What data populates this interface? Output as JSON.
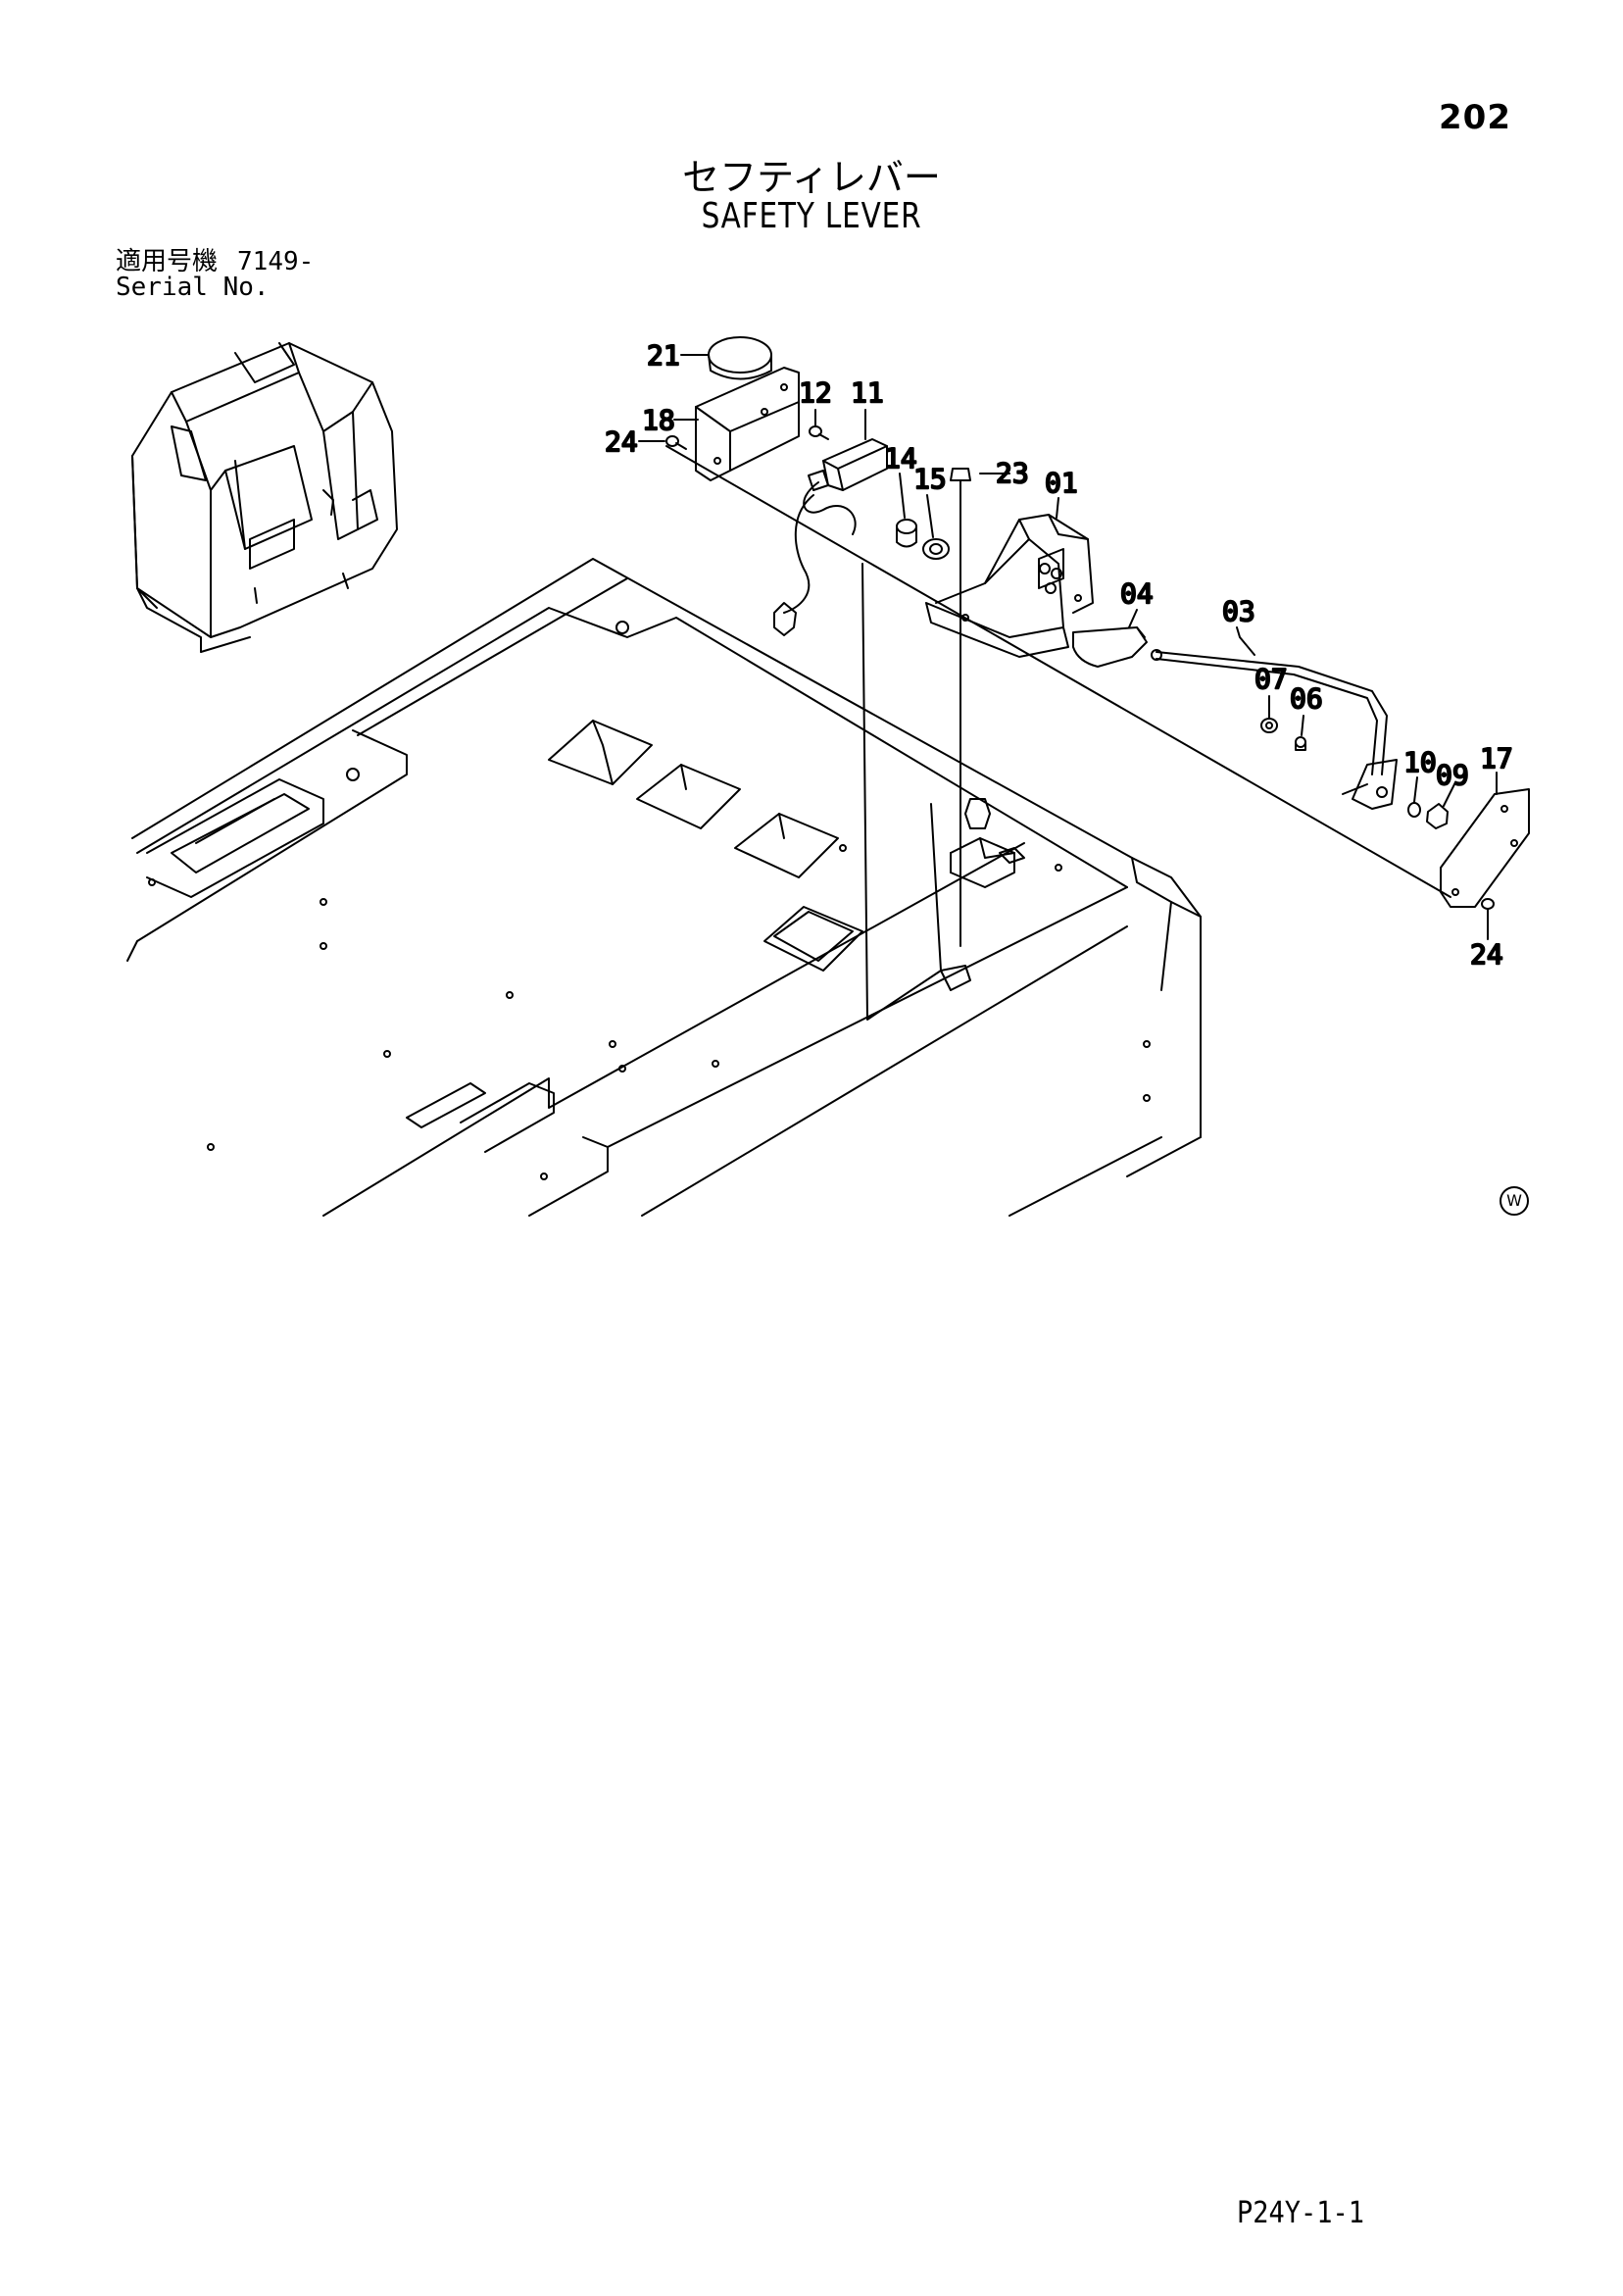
{
  "page": {
    "number": "202",
    "title_jp": "セフティレバー",
    "title_en": "SAFETY LEVER",
    "serial_label_jp": "適用号機",
    "serial_value": "7149-",
    "serial_label_en": "Serial No.",
    "footer_code": "P24Y-1-1",
    "corner_mark": "W"
  },
  "callouts": [
    {
      "id": "c21",
      "label": "21"
    },
    {
      "id": "c18",
      "label": "18"
    },
    {
      "id": "c24a",
      "label": "24"
    },
    {
      "id": "c12",
      "label": "12"
    },
    {
      "id": "c11",
      "label": "11"
    },
    {
      "id": "c14",
      "label": "14"
    },
    {
      "id": "c15",
      "label": "15"
    },
    {
      "id": "c23",
      "label": "23"
    },
    {
      "id": "c01",
      "label": "01"
    },
    {
      "id": "c04",
      "label": "04"
    },
    {
      "id": "c03",
      "label": "03"
    },
    {
      "id": "c07",
      "label": "07"
    },
    {
      "id": "c06",
      "label": "06"
    },
    {
      "id": "c10",
      "label": "10"
    },
    {
      "id": "c09",
      "label": "09"
    },
    {
      "id": "c17",
      "label": "17"
    },
    {
      "id": "c24b",
      "label": "24"
    }
  ]
}
